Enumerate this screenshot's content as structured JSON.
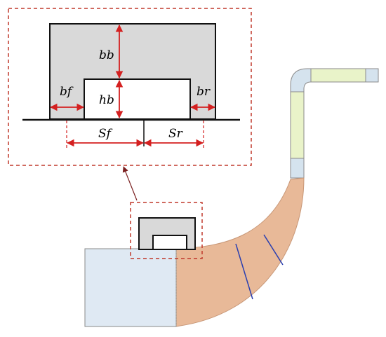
{
  "labels": {
    "bb": "bb",
    "hb": "hb",
    "bf": "bf",
    "br": "br",
    "sf": "Sf",
    "sr": "Sr"
  },
  "colors": {
    "dashed_frame": "#c0392b",
    "dimension_arrow": "#d42020",
    "body_fill": "#d9d9d9",
    "outline": "#111111",
    "flow_region": "#e8b998",
    "inlet_block": "#dfe9f3",
    "duct_end": "#d5e3ee",
    "duct_green": "#e9f3c9",
    "blade_line": "#2a3fb0"
  }
}
